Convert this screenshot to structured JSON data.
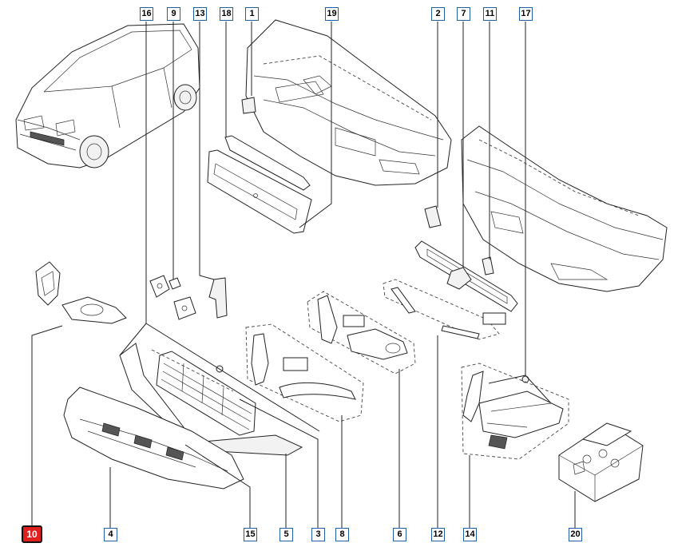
{
  "callouts": {
    "c1": "1",
    "c2": "2",
    "c3": "3",
    "c4": "4",
    "c5": "5",
    "c6": "6",
    "c7": "7",
    "c8": "8",
    "c9": "9",
    "c10": "10",
    "c11": "11",
    "c12": "12",
    "c13": "13",
    "c14": "14",
    "c15": "15",
    "c16": "16",
    "c17": "17",
    "c18": "18",
    "c19": "19",
    "c20": "20"
  },
  "colors": {
    "callout_border": "#1f5fa8",
    "highlight": "#e0201f"
  }
}
